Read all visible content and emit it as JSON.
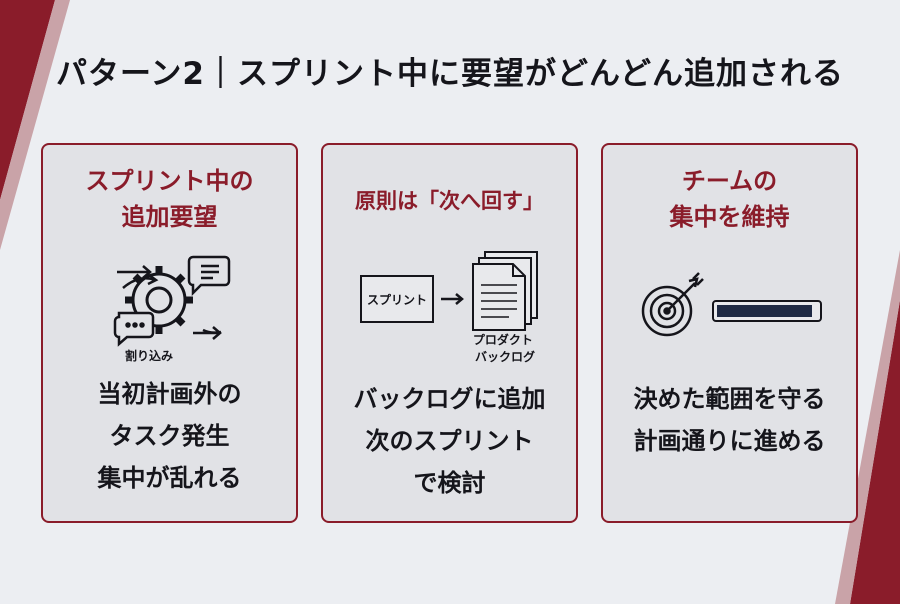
{
  "title": "パターン2｜スプリント中に要望がどんどん追加される",
  "colors": {
    "accent": "#8a1c2a",
    "card_bg": "#e1e2e6",
    "page_bg": "#eceef2",
    "text": "#15151b"
  },
  "cards": [
    {
      "heading": [
        "スプリント中の",
        "追加要望"
      ],
      "illustration": {
        "icons": [
          "gear-icon",
          "chat-bubble-icon",
          "arrow-icon"
        ],
        "caption": "割り込み"
      },
      "lines": [
        "当初計画外の",
        "タスク発生",
        "集中が乱れる"
      ]
    },
    {
      "heading": [
        "原則は「次へ回す」"
      ],
      "illustration": {
        "icons": [
          "sprint-box-icon",
          "arrow-right-icon",
          "documents-icon"
        ],
        "box_label": "スプリント",
        "caption": [
          "プロダクト",
          "バックログ"
        ]
      },
      "lines": [
        "バックログに追加",
        "次のスプリント",
        "で検討"
      ]
    },
    {
      "heading": [
        "チームの",
        "集中を維持"
      ],
      "illustration": {
        "icons": [
          "target-icon",
          "progress-bar-icon"
        ],
        "progress": 0.95
      },
      "lines": [
        "決めた範囲を守る",
        "計画通りに進める"
      ]
    }
  ]
}
